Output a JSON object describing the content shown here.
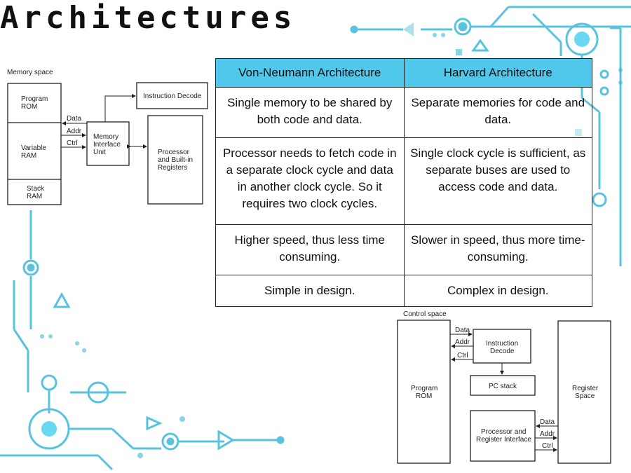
{
  "title": "Architectures",
  "table": {
    "headers": [
      "Von-Neumann Architecture",
      "Harvard Architecture"
    ],
    "rows": [
      [
        "Single memory to be shared by both code and data.",
        "Separate memories for code and data."
      ],
      [
        "Processor needs to fetch code in a separate clock cycle and data in another clock cycle. So it requires two clock cycles.",
        "Single clock cycle is sufficient, as separate buses are used to access code and data."
      ],
      [
        "Higher speed, thus less time consuming.",
        "Slower in speed, thus more time-consuming."
      ],
      [
        "Simple in design.",
        "Complex in design."
      ]
    ]
  },
  "von_neumann_diagram": {
    "caption": "Memory space",
    "memory_blocks": [
      "Program ROM",
      "Variable RAM",
      "Stack RAM"
    ],
    "bus_labels": [
      "Data",
      "Addr",
      "Ctrl"
    ],
    "memory_interface": "Memory Interface Unit",
    "instruction_decode": "Instruction Decode",
    "processor": "Processor and Built-in Registers"
  },
  "harvard_diagram": {
    "caption": "Control space",
    "program_rom": "Program ROM",
    "bus_labels_top": [
      "Data",
      "Addr",
      "Ctrl"
    ],
    "instruction_decode": "Instruction Decode",
    "pc_stack": "PC stack",
    "processor": "Processor and Register Interface",
    "bus_labels_bottom": [
      "Data",
      "Addr",
      "Ctrl"
    ],
    "register_space": "Register Space"
  },
  "colors": {
    "accent": "#4fc8ec",
    "decor": "#3bb9d8"
  }
}
